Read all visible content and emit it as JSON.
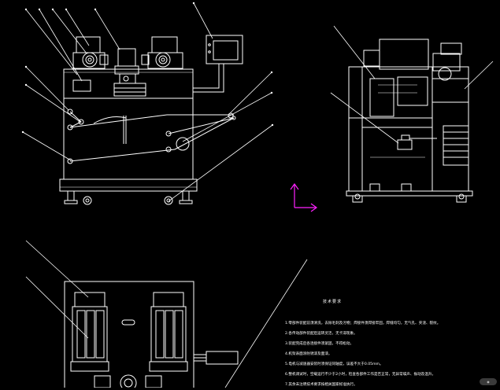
{
  "notes": {
    "title": "技术要求",
    "lines": [
      "1.零部件装配前须清洗，去除毛刺及污物；焊接件须焊接牢固，焊缝均匀，无气孔、夹渣、裂纹。",
      "2.各传动部件装配后运转灵活，无卡滞现象。",
      "3.装配完成后各连接件须紧固，不得松动。",
      "4.机架表面涂防锈漆及面漆。",
      "5.电机与减速器安装时须保证同轴度，误差不大于0.05mm。",
      "6.整机调试时，空载运行不少于2小时，检查各部件工作是否正常，无异常噪声、振动及温升。",
      "7.其余未注明技术要求按相关国家标准执行。"
    ]
  },
  "colors": {
    "line": "#ffffff",
    "axis": "#ff22ff",
    "bg": "#000000"
  }
}
